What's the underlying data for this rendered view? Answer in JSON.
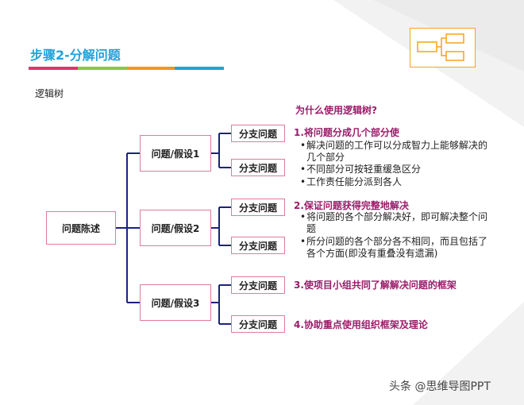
{
  "header": {
    "title": "步骤2-分解问题",
    "subtitle": "逻辑树",
    "bar_colors": [
      "#e5326b",
      "#8dc63f",
      "#f7941d",
      "#1fa3d9"
    ]
  },
  "tree": {
    "root": "问题陈述",
    "branches": [
      {
        "label": "问题/假设1",
        "children": [
          "分支问题",
          "分支问题"
        ]
      },
      {
        "label": "问题/假设2",
        "children": [
          "分支问题",
          "分支问题"
        ]
      },
      {
        "label": "问题/假设3",
        "children": [
          "分支问题",
          "分支问题"
        ]
      }
    ],
    "line_color": "#1a237e",
    "border_color": "#e07aa0"
  },
  "reasons": {
    "heading": "为什么使用逻辑树?",
    "items": [
      {
        "title": "1.将问题分成几个部分使",
        "bullets": [
          "解决问题的工作可以分成智力上能够解决的几个部分",
          "不同部分可按轻重缓急区分",
          "工作责任能分派到各人"
        ]
      },
      {
        "title": "2.保证问题获得完整地解决",
        "bullets": [
          "将问题的各个部分解决好，即可解决整个问题",
          "所分问题的各个部分各不相同，而且包括了各个方面(即没有重叠没有遗漏)"
        ]
      },
      {
        "title": "3.使项目小组共同了解解决问题的框架",
        "bullets": []
      },
      {
        "title": "4.协助重点使用组织框架及理论",
        "bullets": []
      }
    ]
  },
  "icons": {
    "logo": "flowchart-icon"
  },
  "watermark": "头条 @思维导图PPT"
}
